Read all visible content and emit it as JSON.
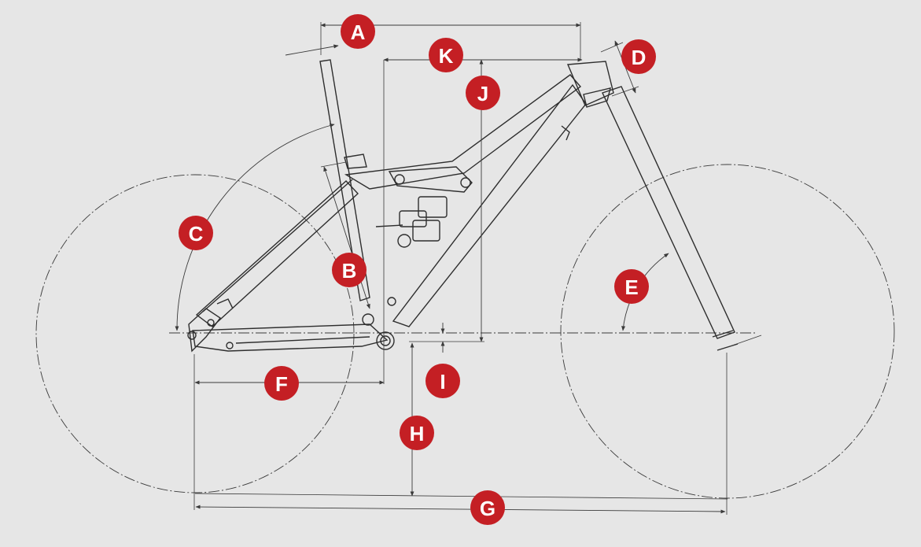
{
  "diagram": {
    "background": "#e6e6e6",
    "accent": "#c41f24",
    "labels": {
      "A": "A",
      "B": "B",
      "C": "C",
      "D": "D",
      "E": "E",
      "F": "F",
      "G": "G",
      "H": "H",
      "I": "I",
      "J": "J",
      "K": "K"
    }
  }
}
